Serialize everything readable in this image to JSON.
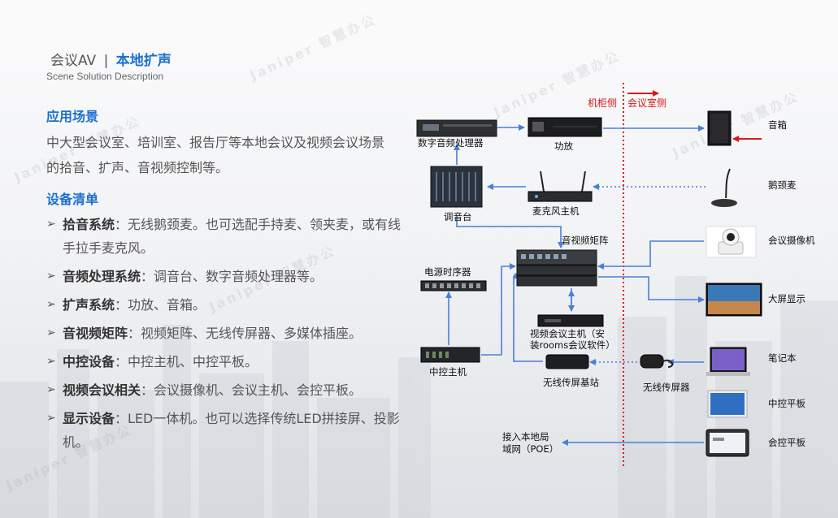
{
  "header": {
    "title_prefix": "会议AV",
    "title_sep": "|",
    "title_highlight": "本地扩声",
    "subtitle": "Scene Solution Description"
  },
  "sections": {
    "scene_title": "应用场景",
    "scene_text": "中大型会议室、培训室、报告厅等本地会议及视频会议场景的拾音、扩声、音视频控制等。",
    "equipment_title": "设备清单",
    "items": [
      {
        "key": "拾音系统",
        "text": "：无线鹅颈麦。也可选配手持麦、领夹麦，或有线手拉手麦克风。"
      },
      {
        "key": "音频处理系统",
        "text": "：调音台、数字音频处理器等。"
      },
      {
        "key": "扩声系统",
        "text": "：功放、音箱。"
      },
      {
        "key": "音视频矩阵",
        "text": "：视频矩阵、无线传屏器、多媒体插座。"
      },
      {
        "key": "中控设备",
        "text": "：中控主机、中控平板。"
      },
      {
        "key": "视频会议相关",
        "text": "：会议摄像机、会议主机、会控平板。"
      },
      {
        "key": "显示设备",
        "text": "：LED一体机。也可以选择传统LED拼接屏、投影机。"
      }
    ],
    "arrow_glyph": "➢"
  },
  "diagram": {
    "zone_left": "机柜侧",
    "zone_right": "会议室侧",
    "devices": {
      "dsp": "数字音频处理器",
      "amp": "功放",
      "mixer": "调音台",
      "mic_host": "麦克风主机",
      "av_matrix": "音视频矩阵",
      "power_seq": "电源时序器",
      "control_host": "中控主机",
      "vc_host_line1": "视频会议主机（安",
      "vc_host_line2": "装rooms会议软件）",
      "wireless_base": "无线传屏基站",
      "wireless_tx": "无线传屏器",
      "network_line1": "接入本地局",
      "network_line2": "域网（POE）"
    },
    "right_labels": {
      "speaker": "音箱",
      "gooseneck": "鹅颈麦",
      "camera": "会议摄像机",
      "display": "大屏显示",
      "laptop": "笔记本",
      "control_pad": "中控平板",
      "conf_pad": "会控平板"
    }
  },
  "watermark": {
    "text": "Janiper 智慧办公"
  },
  "colors": {
    "accent": "#1a6fd0",
    "red": "#d8171b",
    "line": "#4a7fd6"
  }
}
